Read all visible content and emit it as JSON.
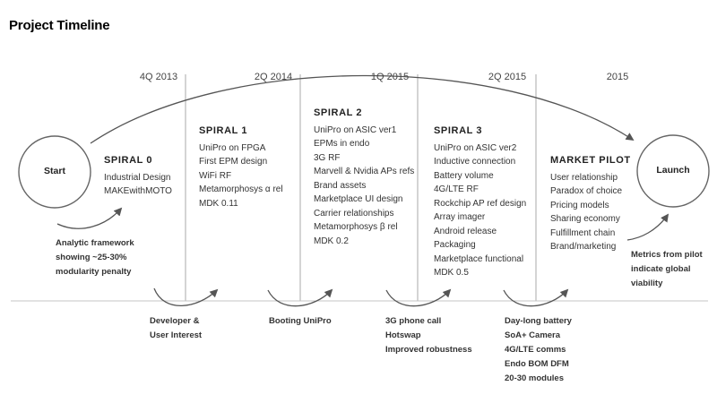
{
  "title": "Project Timeline",
  "quarters": [
    "4Q 2013",
    "2Q 2014",
    "1Q 2015",
    "2Q 2015",
    "2015"
  ],
  "start_label": "Start",
  "launch_label": "Launch",
  "phases": [
    {
      "name": "SPIRAL 0",
      "items": [
        "Industrial Design",
        "MAKEwithMOTO"
      ]
    },
    {
      "name": "SPIRAL 1",
      "items": [
        "UniPro on FPGA",
        "First EPM design",
        "WiFi RF",
        "Metamorphosys α rel",
        "MDK 0.11"
      ]
    },
    {
      "name": "SPIRAL 2",
      "items": [
        "UniPro on ASIC ver1",
        "EPMs in endo",
        "3G RF",
        "Marvell & Nvidia APs refs",
        "Brand assets",
        "Marketplace UI design",
        "Carrier relationships",
        "Metamorphosys β rel",
        "MDK 0.2"
      ]
    },
    {
      "name": "SPIRAL 3",
      "items": [
        "UniPro on ASIC ver2",
        "Inductive connection",
        "Battery volume",
        "4G/LTE RF",
        "Rockchip AP ref design",
        "Array imager",
        "Android release",
        "Packaging",
        "Marketplace functional",
        "MDK 0.5"
      ]
    },
    {
      "name": "MARKET PILOT",
      "items": [
        "User relationship",
        "Paradox of choice",
        "Pricing models",
        "Sharing economy",
        "Fulfillment chain",
        "Brand/marketing"
      ]
    }
  ],
  "upper_notes": [
    {
      "lines": [
        "Analytic framework",
        "showing ~25-30%",
        "modularity penalty"
      ]
    },
    {
      "lines": [
        "Metrics from pilot",
        "indicate global",
        "viability"
      ]
    }
  ],
  "milestones": [
    {
      "lines": [
        "Developer &",
        "User Interest"
      ]
    },
    {
      "lines": [
        "Booting UniPro"
      ]
    },
    {
      "lines": [
        "3G phone call",
        "Hotswap",
        "Improved robustness"
      ]
    },
    {
      "lines": [
        "Day-long battery",
        "SoA+ Camera",
        "4G/LTE comms",
        "Endo BOM DFM",
        "20-30 modules"
      ]
    }
  ],
  "colors": {
    "line": "#a9a9a9",
    "arrow": "#555555",
    "text": "#333333",
    "title": "#000000"
  }
}
